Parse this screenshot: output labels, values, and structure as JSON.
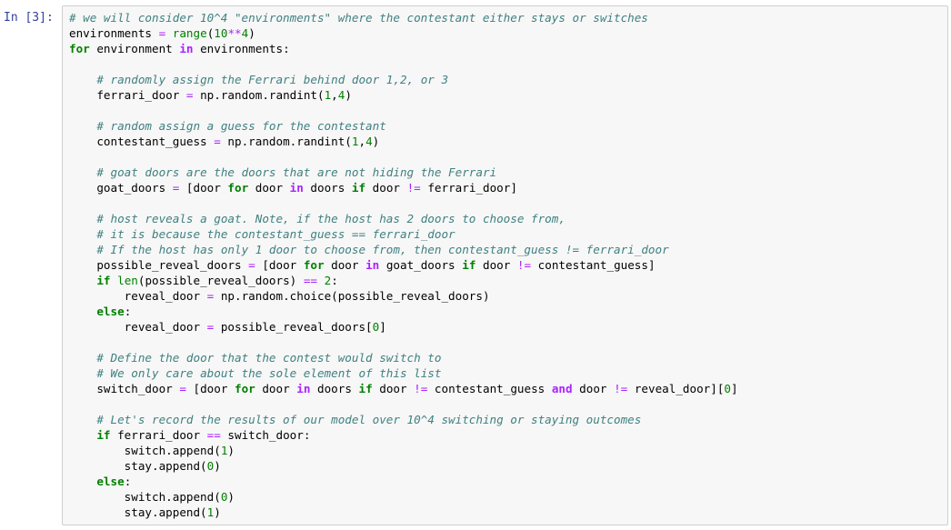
{
  "cell": {
    "prompt": "In [3]:",
    "lines": [
      [
        {
          "t": "# we will consider 10^4 \"environments\" where the contestant either stays or switches",
          "c": "c"
        }
      ],
      [
        {
          "t": "environments ",
          "c": "n"
        },
        {
          "t": "=",
          "c": "o"
        },
        {
          "t": " ",
          "c": "n"
        },
        {
          "t": "range",
          "c": "nb"
        },
        {
          "t": "(",
          "c": "n"
        },
        {
          "t": "10",
          "c": "m"
        },
        {
          "t": "**",
          "c": "o"
        },
        {
          "t": "4",
          "c": "m"
        },
        {
          "t": ")",
          "c": "n"
        }
      ],
      [
        {
          "t": "for",
          "c": "k"
        },
        {
          "t": " environment ",
          "c": "n"
        },
        {
          "t": "in",
          "c": "ow"
        },
        {
          "t": " environments:",
          "c": "n"
        }
      ],
      [],
      [
        {
          "t": "    ",
          "c": "n"
        },
        {
          "t": "# randomly assign the Ferrari behind door 1,2, or 3",
          "c": "c"
        }
      ],
      [
        {
          "t": "    ferrari_door ",
          "c": "n"
        },
        {
          "t": "=",
          "c": "o"
        },
        {
          "t": " np.random.randint(",
          "c": "n"
        },
        {
          "t": "1",
          "c": "m"
        },
        {
          "t": ",",
          "c": "n"
        },
        {
          "t": "4",
          "c": "m"
        },
        {
          "t": ")",
          "c": "n"
        }
      ],
      [],
      [
        {
          "t": "    ",
          "c": "n"
        },
        {
          "t": "# random assign a guess for the contestant",
          "c": "c"
        }
      ],
      [
        {
          "t": "    contestant_guess ",
          "c": "n"
        },
        {
          "t": "=",
          "c": "o"
        },
        {
          "t": " np.random.randint(",
          "c": "n"
        },
        {
          "t": "1",
          "c": "m"
        },
        {
          "t": ",",
          "c": "n"
        },
        {
          "t": "4",
          "c": "m"
        },
        {
          "t": ")",
          "c": "n"
        }
      ],
      [],
      [
        {
          "t": "    ",
          "c": "n"
        },
        {
          "t": "# goat doors are the doors that are not hiding the Ferrari",
          "c": "c"
        }
      ],
      [
        {
          "t": "    goat_doors ",
          "c": "n"
        },
        {
          "t": "=",
          "c": "o"
        },
        {
          "t": " [door ",
          "c": "n"
        },
        {
          "t": "for",
          "c": "k"
        },
        {
          "t": " door ",
          "c": "n"
        },
        {
          "t": "in",
          "c": "ow"
        },
        {
          "t": " doors ",
          "c": "n"
        },
        {
          "t": "if",
          "c": "k"
        },
        {
          "t": " door ",
          "c": "n"
        },
        {
          "t": "!=",
          "c": "o"
        },
        {
          "t": " ferrari_door]",
          "c": "n"
        }
      ],
      [],
      [
        {
          "t": "    ",
          "c": "n"
        },
        {
          "t": "# host reveals a goat. Note, if the host has 2 doors to choose from,",
          "c": "c"
        }
      ],
      [
        {
          "t": "    ",
          "c": "n"
        },
        {
          "t": "# it is because the contestant_guess == ferrari_door",
          "c": "c"
        }
      ],
      [
        {
          "t": "    ",
          "c": "n"
        },
        {
          "t": "# If the host has only 1 door to choose from, then contestant_guess != ferrari_door",
          "c": "c"
        }
      ],
      [
        {
          "t": "    possible_reveal_doors ",
          "c": "n"
        },
        {
          "t": "=",
          "c": "o"
        },
        {
          "t": " [door ",
          "c": "n"
        },
        {
          "t": "for",
          "c": "k"
        },
        {
          "t": " door ",
          "c": "n"
        },
        {
          "t": "in",
          "c": "ow"
        },
        {
          "t": " goat_doors ",
          "c": "n"
        },
        {
          "t": "if",
          "c": "k"
        },
        {
          "t": " door ",
          "c": "n"
        },
        {
          "t": "!=",
          "c": "o"
        },
        {
          "t": " contestant_guess]",
          "c": "n"
        }
      ],
      [
        {
          "t": "    ",
          "c": "n"
        },
        {
          "t": "if",
          "c": "k"
        },
        {
          "t": " ",
          "c": "n"
        },
        {
          "t": "len",
          "c": "nb"
        },
        {
          "t": "(possible_reveal_doors) ",
          "c": "n"
        },
        {
          "t": "==",
          "c": "o"
        },
        {
          "t": " ",
          "c": "n"
        },
        {
          "t": "2",
          "c": "m"
        },
        {
          "t": ":",
          "c": "n"
        }
      ],
      [
        {
          "t": "        reveal_door ",
          "c": "n"
        },
        {
          "t": "=",
          "c": "o"
        },
        {
          "t": " np.random.choice(possible_reveal_doors)",
          "c": "n"
        }
      ],
      [
        {
          "t": "    ",
          "c": "n"
        },
        {
          "t": "else",
          "c": "k"
        },
        {
          "t": ":",
          "c": "n"
        }
      ],
      [
        {
          "t": "        reveal_door ",
          "c": "n"
        },
        {
          "t": "=",
          "c": "o"
        },
        {
          "t": " possible_reveal_doors[",
          "c": "n"
        },
        {
          "t": "0",
          "c": "m"
        },
        {
          "t": "]",
          "c": "n"
        }
      ],
      [],
      [
        {
          "t": "    ",
          "c": "n"
        },
        {
          "t": "# Define the door that the contest would switch to",
          "c": "c"
        }
      ],
      [
        {
          "t": "    ",
          "c": "n"
        },
        {
          "t": "# We only care about the sole element of this list",
          "c": "c"
        }
      ],
      [
        {
          "t": "    switch_door ",
          "c": "n"
        },
        {
          "t": "=",
          "c": "o"
        },
        {
          "t": " [door ",
          "c": "n"
        },
        {
          "t": "for",
          "c": "k"
        },
        {
          "t": " door ",
          "c": "n"
        },
        {
          "t": "in",
          "c": "ow"
        },
        {
          "t": " doors ",
          "c": "n"
        },
        {
          "t": "if",
          "c": "k"
        },
        {
          "t": " door ",
          "c": "n"
        },
        {
          "t": "!=",
          "c": "o"
        },
        {
          "t": " contestant_guess ",
          "c": "n"
        },
        {
          "t": "and",
          "c": "ow"
        },
        {
          "t": " door ",
          "c": "n"
        },
        {
          "t": "!=",
          "c": "o"
        },
        {
          "t": " reveal_door][",
          "c": "n"
        },
        {
          "t": "0",
          "c": "m"
        },
        {
          "t": "]",
          "c": "n"
        }
      ],
      [],
      [
        {
          "t": "    ",
          "c": "n"
        },
        {
          "t": "# Let's record the results of our model over 10^4 switching or staying outcomes",
          "c": "c"
        }
      ],
      [
        {
          "t": "    ",
          "c": "n"
        },
        {
          "t": "if",
          "c": "k"
        },
        {
          "t": " ferrari_door ",
          "c": "n"
        },
        {
          "t": "==",
          "c": "o"
        },
        {
          "t": " switch_door:",
          "c": "n"
        }
      ],
      [
        {
          "t": "        switch.append(",
          "c": "n"
        },
        {
          "t": "1",
          "c": "m"
        },
        {
          "t": ")",
          "c": "n"
        }
      ],
      [
        {
          "t": "        stay.append(",
          "c": "n"
        },
        {
          "t": "0",
          "c": "m"
        },
        {
          "t": ")",
          "c": "n"
        }
      ],
      [
        {
          "t": "    ",
          "c": "n"
        },
        {
          "t": "else",
          "c": "k"
        },
        {
          "t": ":",
          "c": "n"
        }
      ],
      [
        {
          "t": "        switch.append(",
          "c": "n"
        },
        {
          "t": "0",
          "c": "m"
        },
        {
          "t": ")",
          "c": "n"
        }
      ],
      [
        {
          "t": "        stay.append(",
          "c": "n"
        },
        {
          "t": "1",
          "c": "m"
        },
        {
          "t": ")",
          "c": "n"
        }
      ]
    ]
  }
}
